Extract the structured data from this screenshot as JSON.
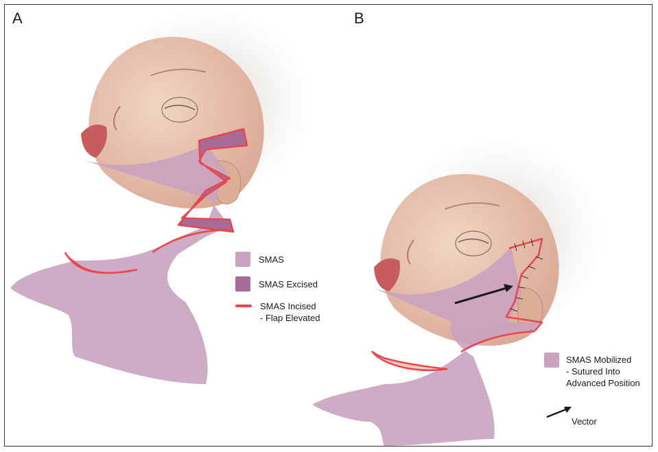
{
  "panels": [
    {
      "label": "A"
    },
    {
      "label": "B"
    }
  ],
  "colors": {
    "smas": "#c9a3c0",
    "smas_excised": "#a66b96",
    "incision": "#e8474d",
    "skin": "#e9c4ae",
    "hair": "#bdb3aa",
    "vector": "#1a1a1a"
  },
  "legend_a": [
    {
      "type": "swatch",
      "color": "#c9a3c0",
      "label": "SMAS"
    },
    {
      "type": "swatch",
      "color": "#a66b96",
      "label": "SMAS Excised"
    },
    {
      "type": "line",
      "color": "#e8474d",
      "label": "SMAS Incised",
      "label2": "- Flap Elevated"
    }
  ],
  "legend_b": [
    {
      "type": "swatch",
      "color": "#c9a3c0",
      "label": "SMAS Mobilized",
      "label2": "- Sutured Into",
      "label3": "Advanced Position"
    },
    {
      "type": "arrow",
      "color": "#1a1a1a",
      "label": "Vector"
    }
  ]
}
